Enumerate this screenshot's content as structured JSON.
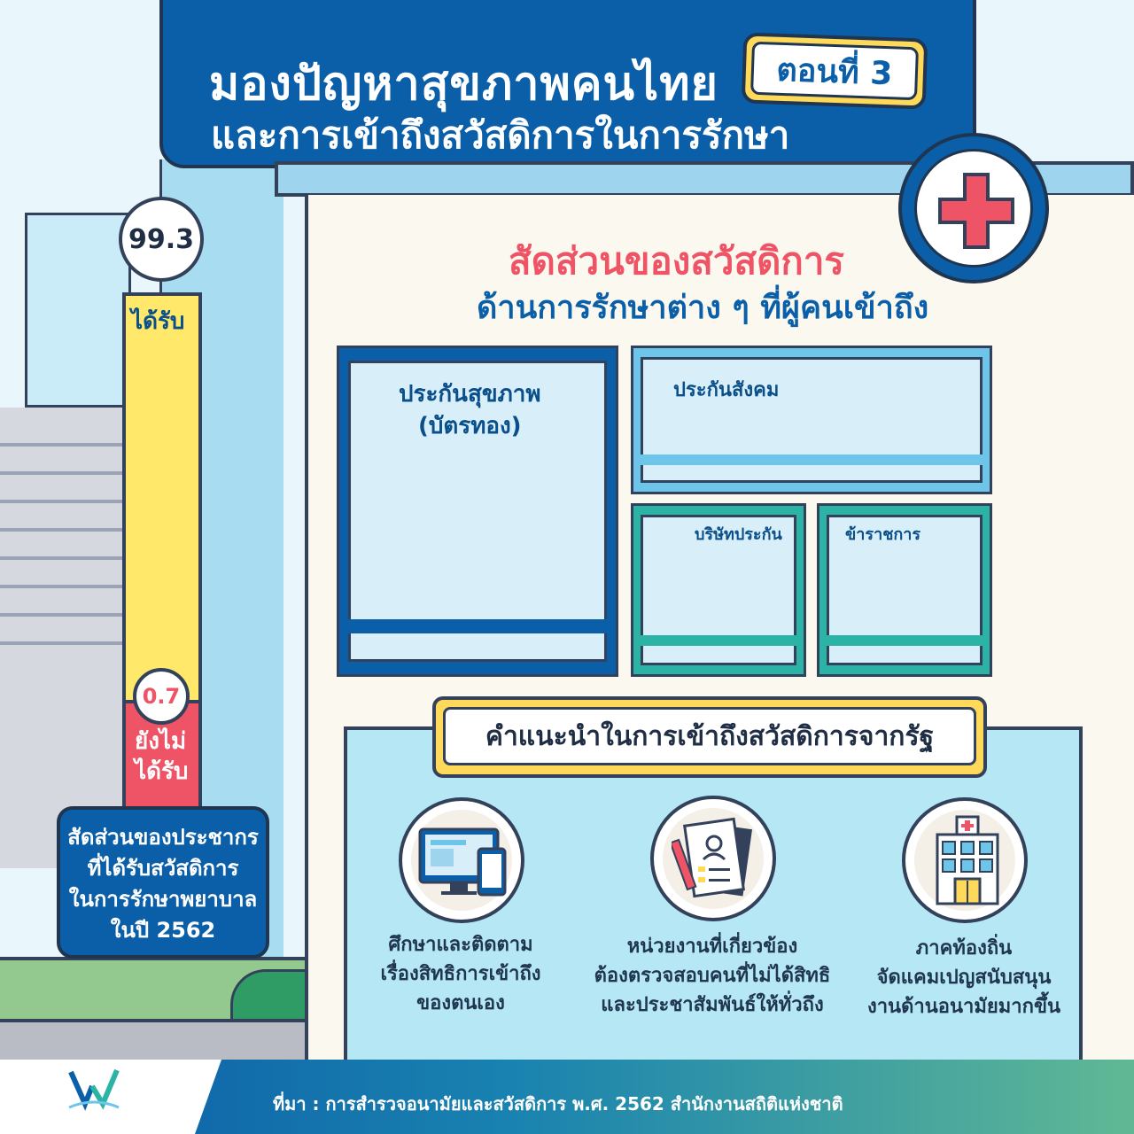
{
  "title": {
    "line1": "มองปัญหาสุขภาพคนไทย",
    "line2": "และการเข้าถึงสวัสดิการในการรักษา",
    "episode": "ตอนที่ 3"
  },
  "gauge": {
    "received_value": "99.3",
    "received_label": "ได้รับ",
    "not_received_value": "0.7",
    "not_received_label_1": "ยังไม่",
    "not_received_label_2": "ได้รับ",
    "caption": [
      "สัดส่วนของประชากร",
      "ที่ได้รับสวัสดิการ",
      "ในการรักษาพยาบาล",
      "ในปี 2562"
    ]
  },
  "welfare": {
    "heading_1": "สัดส่วนของสวัสดิการ",
    "heading_2": "ด้านการรักษาต่าง ๆ ที่ผู้คนเข้าถึง",
    "gold_card_1": "ประกันสุขภาพ",
    "gold_card_2": "(บัตรทอง)",
    "social_security": "ประกันสังคม",
    "insurance_company": "บริษัทประกัน",
    "civil_servant": "ข้าราชการ"
  },
  "recommendations": {
    "heading": "คำแนะนำในการเข้าถึงสวัสดิการจากรัฐ",
    "items": [
      {
        "icon": "computer-tablet-icon",
        "lines": [
          "ศึกษาและติดตาม",
          "เรื่องสิทธิการเข้าถึง",
          "ของตนเอง"
        ]
      },
      {
        "icon": "documents-profile-icon",
        "lines": [
          "หน่วยงานที่เกี่ยวข้อง",
          "ต้องตรวจสอบคนที่ไม่ได้สิทธิ",
          "และประชาสัมพันธ์ให้ทั่วถึง"
        ]
      },
      {
        "icon": "hospital-building-icon",
        "lines": [
          "ภาคท้องถิ่น",
          "จัดแคมเปญสนับสนุน",
          "งานด้านอนามัยมากขึ้น"
        ]
      }
    ]
  },
  "footer": {
    "source": "ที่มา : การสำรวจอนามัยและสวัสดิการ พ.ศ. 2562 สำนักงานสถิติแห่งชาติ"
  },
  "colors": {
    "primary_blue": "#0a5fa8",
    "accent_red": "#ef5366",
    "accent_yellow": "#ffd95a",
    "teal": "#2bb3a6"
  }
}
